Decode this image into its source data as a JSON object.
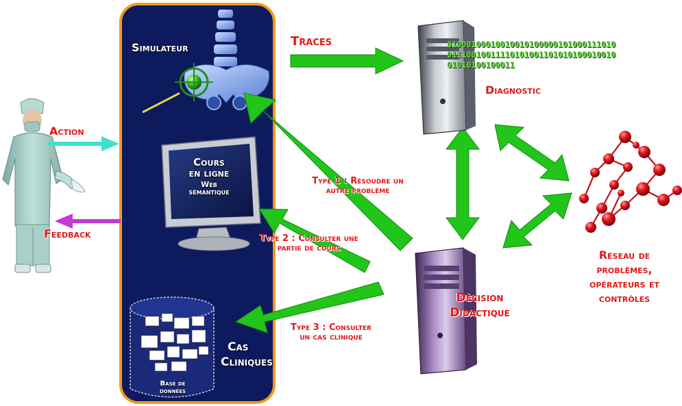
{
  "labels": {
    "simulateur": "Simulateur",
    "traces": "Traces",
    "action": "Action",
    "feedback": "Feedback",
    "cours_line1": "Cours",
    "cours_line2": "en ligne",
    "cours_line3": "Web",
    "cours_line4": "sémantique",
    "diagnostic": "Diagnostic",
    "binary": "010001000100100101000001010001110100111001001111010100110101010001001001010100100011",
    "type1_line1": "Type 1 : Résoudre un",
    "type1_line2": "autre problème",
    "type2_line1": "Type 2 : Consulter une",
    "type2_line2": "partie de cours",
    "type3_line1": "Type 3 : Consulter",
    "type3_line2": "un cas clinique",
    "cas_line1": "Cas",
    "cas_line2": "Cliniques",
    "base_line1": "Base de",
    "base_line2": "données",
    "decision_line1": "Décision",
    "decision_line2": "Didactique",
    "reseau_line1": "Réseau de",
    "reseau_line2": "problèmes,",
    "reseau_line3": "opérateurs et",
    "reseau_line4": "contrôles"
  },
  "colors": {
    "panel": "#0d1a5e",
    "panel_border": "#f29a1c",
    "label_red": "#e01818",
    "arrow_green": "#22c51a",
    "action_arrow": "#3fe0cf",
    "feedback_arrow": "#c23ad6",
    "node_red": "#d8141a",
    "edge_red": "#c01016"
  },
  "icons": [
    "surgeon-icon",
    "spine-icon",
    "crosshair-target-icon",
    "monitor-icon",
    "database-cylinder-icon",
    "computer-tower-icon",
    "network-graph-icon"
  ]
}
